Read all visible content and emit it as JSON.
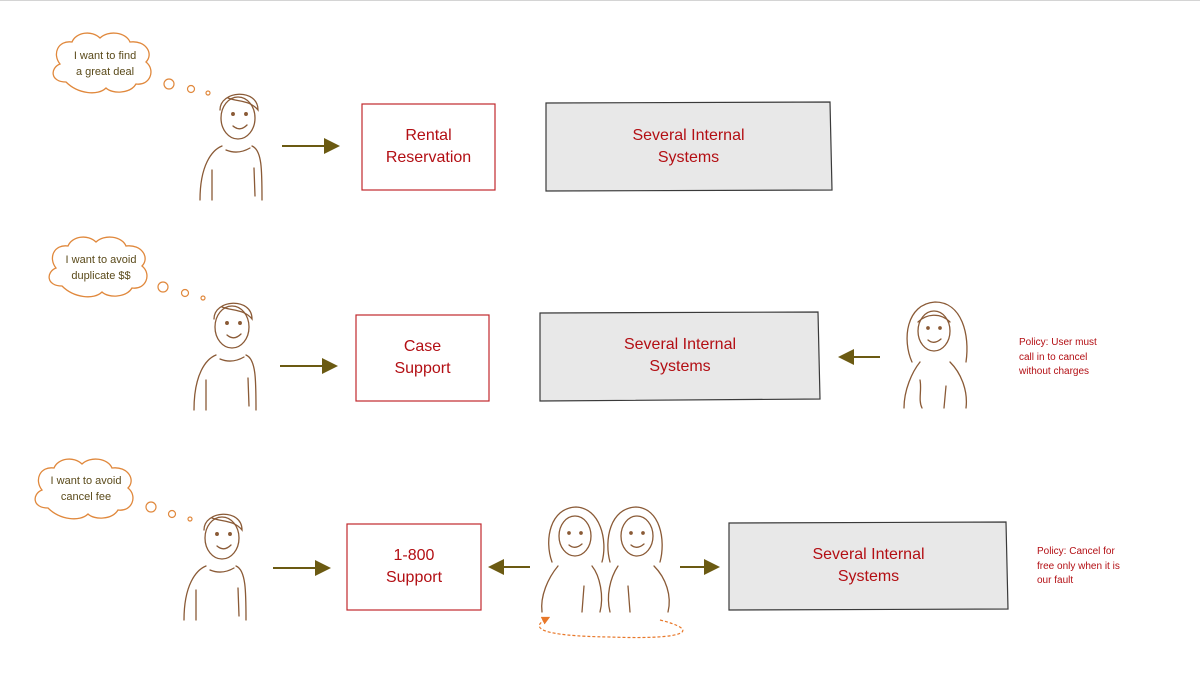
{
  "rows": [
    {
      "thought": "I want to find\na great deal",
      "entry_box": "Rental\nReservation",
      "system_box": "Several Internal\nSystems"
    },
    {
      "thought": "I want to avoid\nduplicate $$",
      "entry_box": "Case\nSupport",
      "system_box": "Several Internal\nSystems",
      "policy": "Policy: User must\ncall in to cancel\nwithout charges"
    },
    {
      "thought": "I want to avoid\ncancel fee",
      "entry_box": "1-800\nSupport",
      "system_box": "Several Internal\nSystems",
      "policy": "Policy: Cancel for\nfree only when it is\nour fault"
    }
  ],
  "colors": {
    "accent_red": "#b30f14",
    "box_border": "#c0282d",
    "system_fill": "#e8e8e8",
    "arrow": "#6b5a12",
    "sketch_stroke": "#8a5a36",
    "cloud_stroke": "#e0883c",
    "loop_arrow": "#e8782a"
  },
  "icons": [
    "thought-cloud-icon",
    "man-figure-icon",
    "woman-figure-icon",
    "two-women-figure-icon",
    "cycle-arrow-icon"
  ]
}
